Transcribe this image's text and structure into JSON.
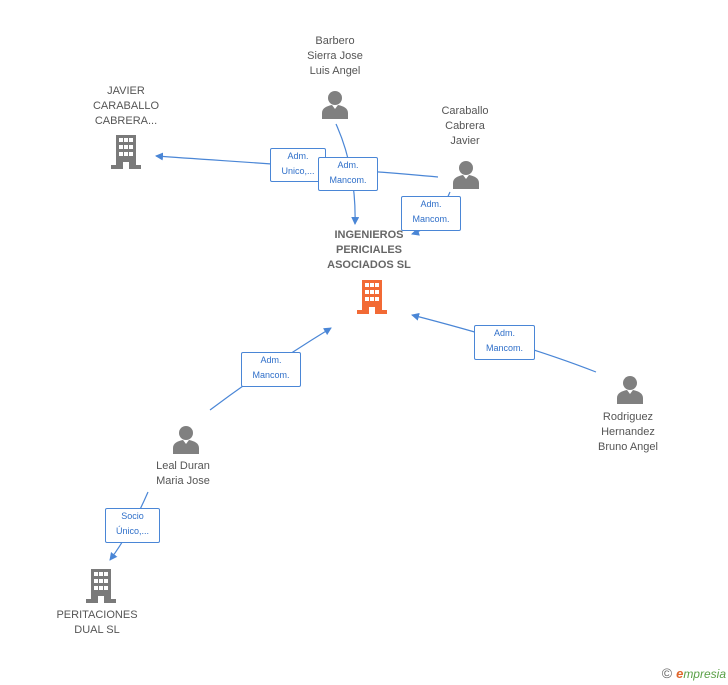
{
  "nodes": {
    "javier_caraballo": {
      "label_lines": [
        "JAVIER",
        "CARABALLO",
        "CABRERA..."
      ],
      "type": "company"
    },
    "barbero": {
      "label_lines": [
        "Barbero",
        "Sierra Jose",
        "Luis Angel"
      ],
      "type": "person"
    },
    "caraballo_javier": {
      "label_lines": [
        "Caraballo",
        "Cabrera",
        "Javier"
      ],
      "type": "person"
    },
    "main": {
      "label_lines": [
        "INGENIEROS",
        "PERICIALES",
        "ASOCIADOS SL"
      ],
      "type": "company-main"
    },
    "leal": {
      "label_lines": [
        "Leal Duran",
        "Maria Jose"
      ],
      "type": "person"
    },
    "rodriguez": {
      "label_lines": [
        "Rodriguez",
        "Hernandez",
        "Bruno Angel"
      ],
      "type": "person"
    },
    "peritaciones": {
      "label_lines": [
        "PERITACIONES",
        "DUAL SL"
      ],
      "type": "company"
    }
  },
  "edges": [
    {
      "from": "caraballo_javier",
      "to": "javier_caraballo",
      "lines": [
        "Adm.",
        "Unico,..."
      ]
    },
    {
      "from": "barbero",
      "to": "main",
      "lines": [
        "Adm.",
        "Mancom."
      ]
    },
    {
      "from": "caraballo_javier",
      "to": "main",
      "lines": [
        "Adm.",
        "Mancom."
      ]
    },
    {
      "from": "leal",
      "to": "main",
      "lines": [
        "Adm.",
        "Mancom."
      ]
    },
    {
      "from": "rodriguez",
      "to": "main",
      "lines": [
        "Adm.",
        "Mancom."
      ]
    },
    {
      "from": "leal",
      "to": "peritaciones",
      "lines": [
        "Socio",
        "Único,..."
      ]
    }
  ],
  "colors": {
    "edge": "#4a86d6",
    "person_icon": "#808080",
    "company_icon": "#7a7a7a",
    "main_company_icon": "#f26a35",
    "label_text": "#555555"
  },
  "footer": {
    "copyright": "©",
    "brand_initial": "e",
    "brand_rest": "mpresia"
  }
}
